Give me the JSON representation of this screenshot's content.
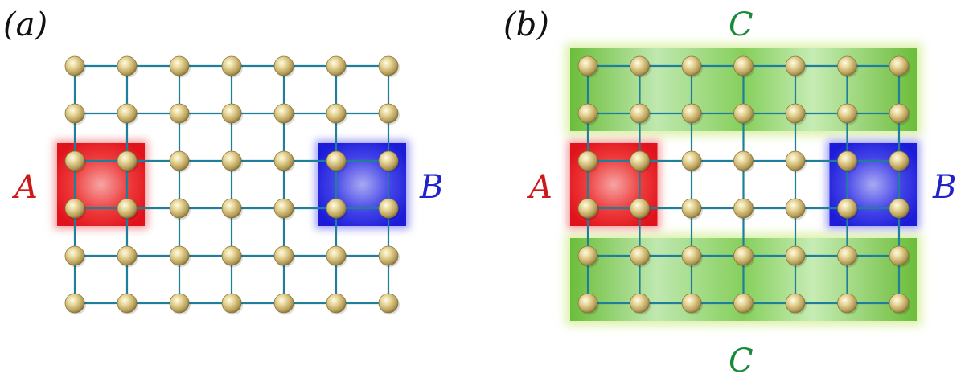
{
  "panels": [
    {
      "id": "a",
      "label": "(a)",
      "lattice": {
        "rows": 6,
        "cols": 7
      },
      "regions": [
        {
          "id": "A",
          "label": "A",
          "color": "#e0121b",
          "rows": [
            2,
            3
          ],
          "cols": [
            0,
            1
          ],
          "label_side": "left"
        },
        {
          "id": "B",
          "label": "B",
          "color": "#1b1bd8",
          "rows": [
            2,
            3
          ],
          "cols": [
            5,
            6
          ],
          "label_side": "right"
        }
      ],
      "bands": []
    },
    {
      "id": "b",
      "label": "(b)",
      "lattice": {
        "rows": 6,
        "cols": 7
      },
      "regions": [
        {
          "id": "A",
          "label": "A",
          "color": "#e0121b",
          "rows": [
            2,
            3
          ],
          "cols": [
            0,
            1
          ],
          "label_side": "left"
        },
        {
          "id": "B",
          "label": "B",
          "color": "#1b1bd8",
          "rows": [
            2,
            3
          ],
          "cols": [
            5,
            6
          ],
          "label_side": "right"
        }
      ],
      "bands": [
        {
          "id": "C-top",
          "label": "C",
          "color": "#6cbd3a",
          "rows": [
            0,
            1
          ],
          "label_side": "top"
        },
        {
          "id": "C-bottom",
          "label": "C",
          "color": "#6cbd3a",
          "rows": [
            4,
            5
          ],
          "label_side": "bottom"
        }
      ]
    }
  ],
  "colors": {
    "bond": "#1f7f9a",
    "bond_glow": "#9fe6f5",
    "site": "#d8c58a",
    "site_highlight": "#fffbe8",
    "site_shadow": "#7a6a35",
    "label_A": "#cc1a1a",
    "label_B": "#2222cc",
    "label_C": "#1a8a3a"
  }
}
